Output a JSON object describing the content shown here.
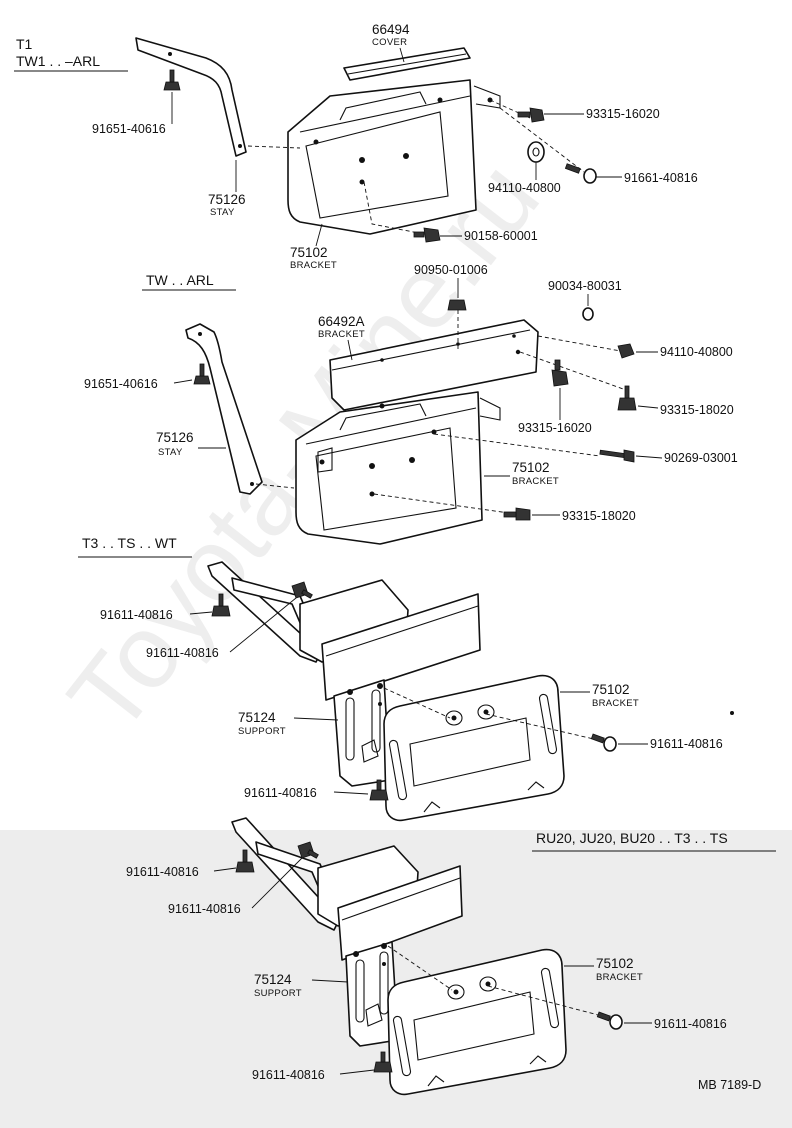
{
  "sections": [
    {
      "id": "t1",
      "header_lines": [
        "T1",
        "TW1 . . –ARL"
      ]
    },
    {
      "id": "tw",
      "header_lines": [
        "TW . . ARL"
      ]
    },
    {
      "id": "t3",
      "header_lines": [
        "T3 . . TS . . WT"
      ]
    },
    {
      "id": "ru20",
      "header_lines": [
        "RU20, JU20, BU20 . . T3 . . TS"
      ]
    }
  ],
  "parts": {
    "s1_cover": {
      "number": "66494",
      "name": "COVER"
    },
    "s1_stay": {
      "number": "75126",
      "name": "STAY"
    },
    "s1_bracket": {
      "number": "75102",
      "name": "BRACKET"
    },
    "s2_bracket_a": {
      "number": "66492A",
      "name": "BRACKET"
    },
    "s2_stay": {
      "number": "75126",
      "name": "STAY"
    },
    "s2_bracket": {
      "number": "75102",
      "name": "BRACKET"
    },
    "s3_support": {
      "number": "75124",
      "name": "SUPPORT"
    },
    "s3_bracket": {
      "number": "75102",
      "name": "BRACKET"
    },
    "s4_support": {
      "number": "75124",
      "name": "SUPPORT"
    },
    "s4_bracket": {
      "number": "75102",
      "name": "BRACKET"
    }
  },
  "fasteners": {
    "s1_a": "91651-40616",
    "s1_b": "93315-16020",
    "s1_c": "94110-40800",
    "s1_d": "91661-40816",
    "s1_e": "90158-60001",
    "s2_a": "90950-01006",
    "s2_b": "90034-80031",
    "s2_c": "91651-40616",
    "s2_d": "94110-40800",
    "s2_e": "93315-16020",
    "s2_f": "93315-18020",
    "s2_g": "90269-03001",
    "s2_h": "93315-18020",
    "s3_a": "91611-40816",
    "s3_b": "91611-40816",
    "s3_c": "91611-40816",
    "s3_d": "91611-40816",
    "s4_a": "91611-40816",
    "s4_b": "91611-40816",
    "s4_c": "91611-40816",
    "s4_d": "91611-40816"
  },
  "diagram_code": "MB 7189-D",
  "watermark": "Toyota-Mine.ru"
}
